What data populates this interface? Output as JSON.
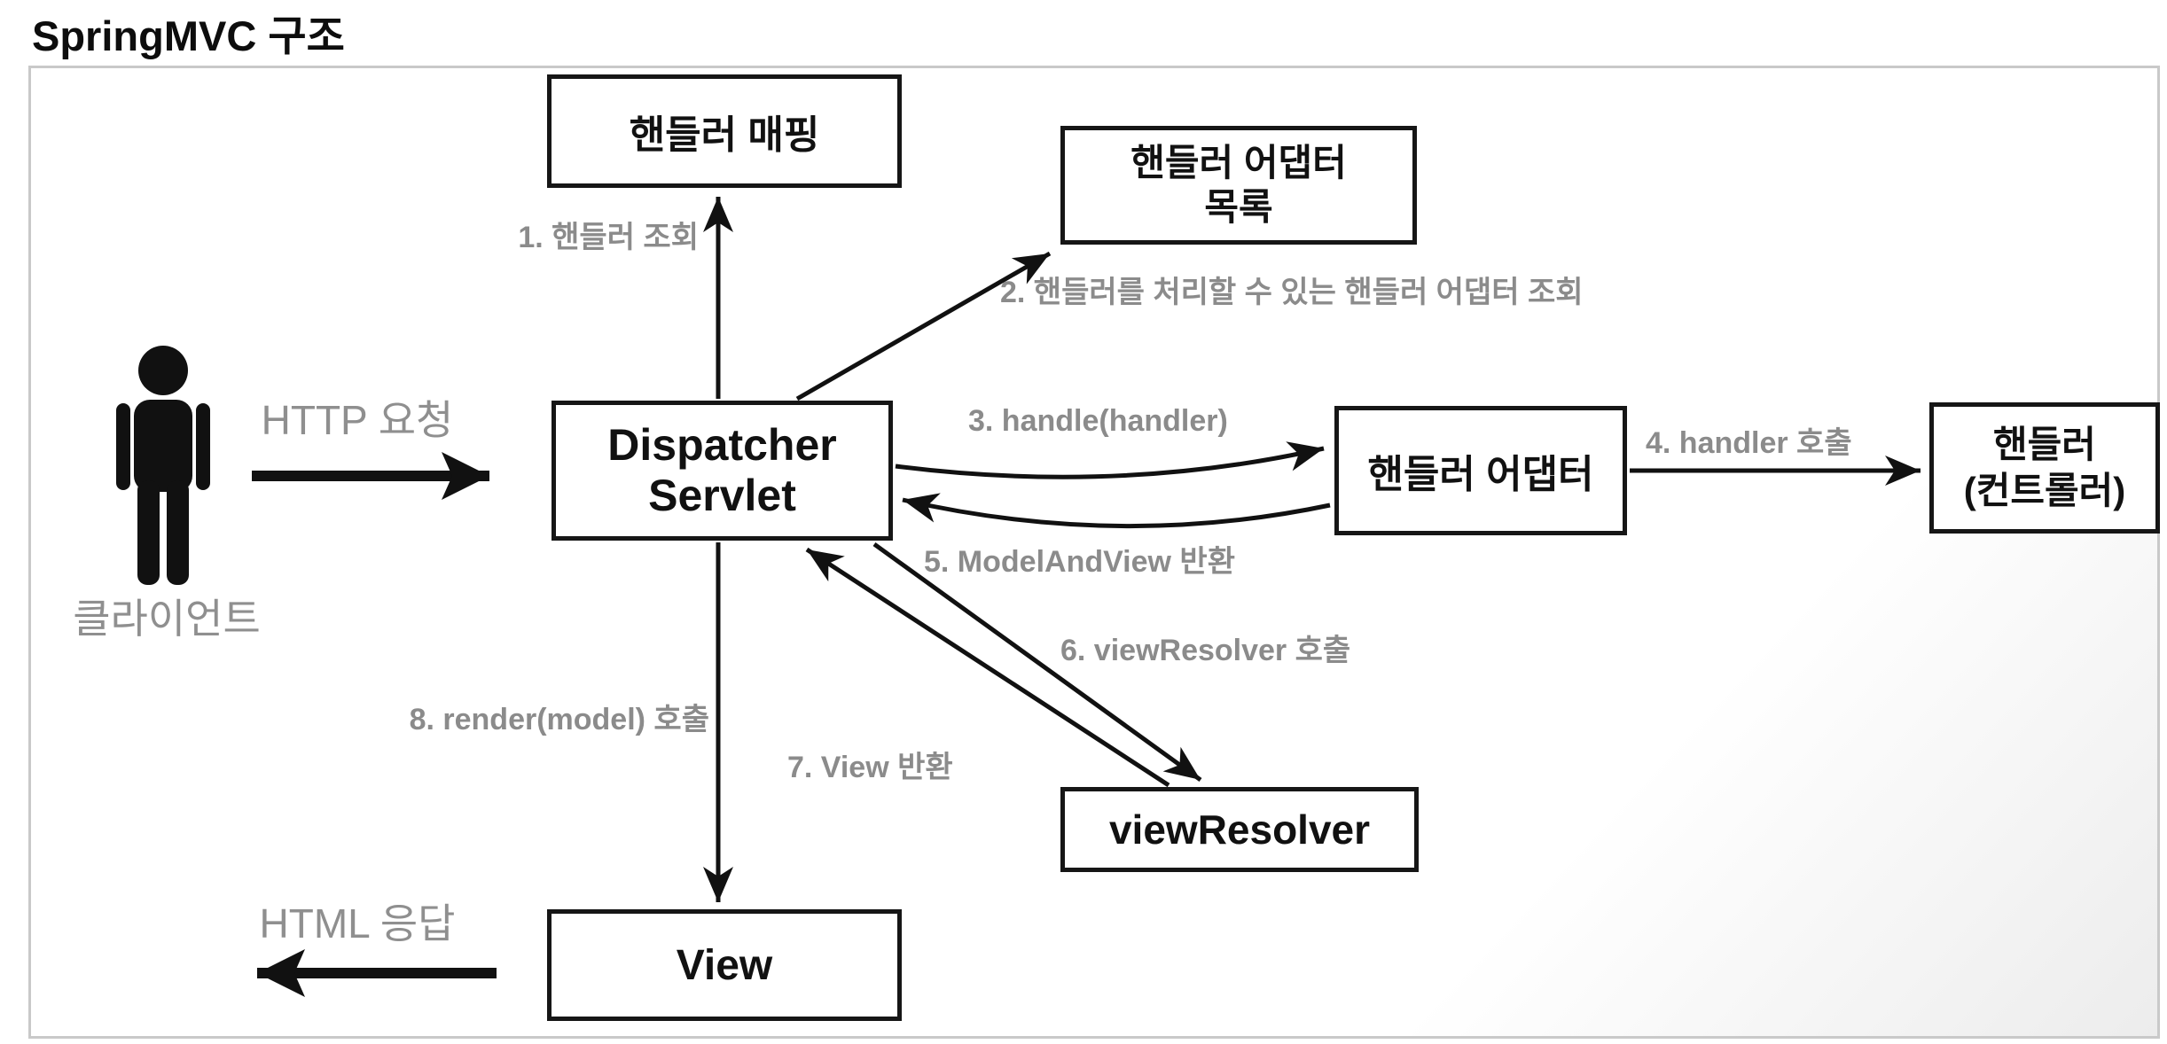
{
  "title": "SpringMVC 구조",
  "colors": {
    "box_border": "#161616",
    "box_text": "#111111",
    "step_label_gray": "#8b8b8b",
    "client_label_gray": "#8f8f8f",
    "frame_border": "#c9c9c9",
    "arrow_black": "#111111"
  },
  "nodes": {
    "handler_mapping": {
      "label": "핸들러 매핑"
    },
    "handler_adapter_list": {
      "label": "핸들러 어댑터\n목록"
    },
    "dispatcher_servlet": {
      "label": "Dispatcher\nServlet"
    },
    "handler_adapter": {
      "label": "핸들러 어댑터"
    },
    "handler_controller": {
      "label": "핸들러\n(컨트롤러)"
    },
    "view_resolver": {
      "label": "viewResolver"
    },
    "view": {
      "label": "View"
    }
  },
  "client": {
    "label": "클라이언트",
    "request_label": "HTTP 요청",
    "response_label": "HTML 응답"
  },
  "steps": [
    {
      "label": "1. 핸들러 조회"
    },
    {
      "label": "2. 핸들러를 처리할 수 있는 핸들러 어댑터 조회"
    },
    {
      "label": "3. handle(handler)"
    },
    {
      "label": "4. handler 호출"
    },
    {
      "label": "5. ModelAndView 반환"
    },
    {
      "label": "6. viewResolver 호출"
    },
    {
      "label": "7. View 반환"
    },
    {
      "label": "8. render(model) 호출"
    }
  ]
}
